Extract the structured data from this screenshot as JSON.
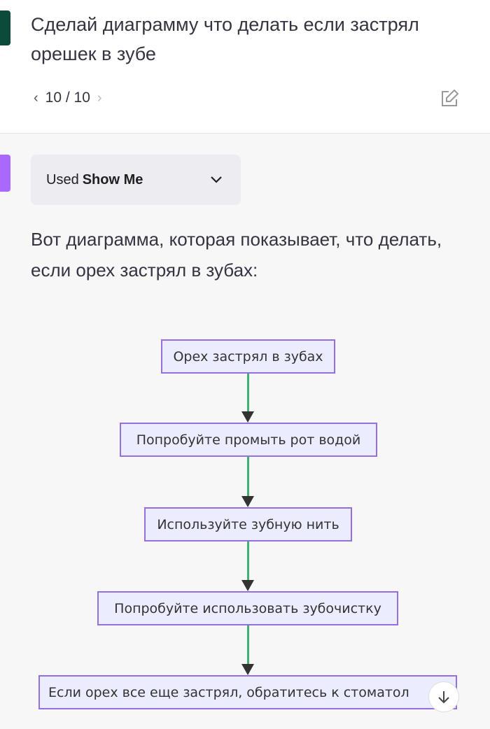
{
  "user_message": {
    "text": "Сделай диаграмму что делать если застрял орешек в зубе"
  },
  "pager": {
    "label": "10 / 10"
  },
  "tool_used": {
    "prefix": "Used",
    "plugin": "Show Me"
  },
  "answer": {
    "text": "Вот диаграмма, которая показывает, что делать, если орех застрял в зубах:"
  },
  "diagram": {
    "nodes": [
      "Орех застрял в зубах",
      "Попробуйте промыть рот водой",
      "Используйте зубную нить",
      "Попробуйте использовать зубочистку",
      "Если орех все еще застрял, обратитесь к стоматол"
    ],
    "colors": {
      "node_fill": "#ececff",
      "node_border": "#9370db",
      "edge": "#3cb371"
    }
  }
}
